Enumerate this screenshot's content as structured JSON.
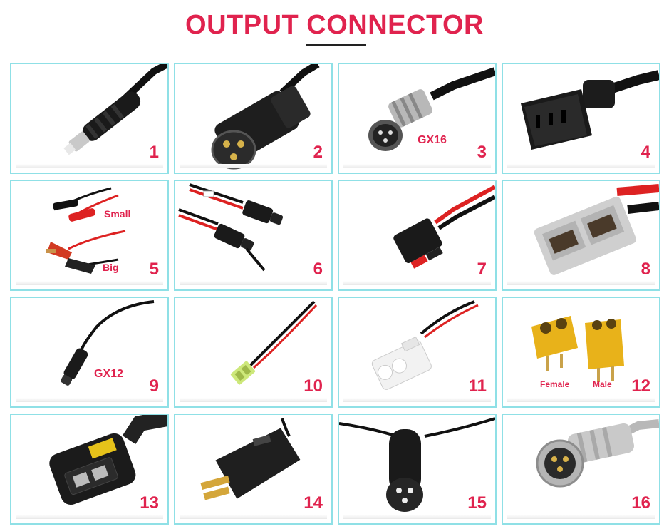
{
  "title": "OUTPUT CONNECTOR",
  "items": [
    {
      "number": "1"
    },
    {
      "number": "2"
    },
    {
      "number": "3",
      "label": "GX16"
    },
    {
      "number": "4"
    },
    {
      "number": "5",
      "label_small": "Small",
      "label_big": "Big"
    },
    {
      "number": "6"
    },
    {
      "number": "7"
    },
    {
      "number": "8"
    },
    {
      "number": "9",
      "label": "GX12"
    },
    {
      "number": "10"
    },
    {
      "number": "11"
    },
    {
      "number": "12",
      "label_female": "Female",
      "label_male": "Male"
    },
    {
      "number": "13"
    },
    {
      "number": "14"
    },
    {
      "number": "15"
    },
    {
      "number": "16"
    }
  ],
  "colors": {
    "accent": "#e0234e",
    "border": "#8fe0e6"
  }
}
